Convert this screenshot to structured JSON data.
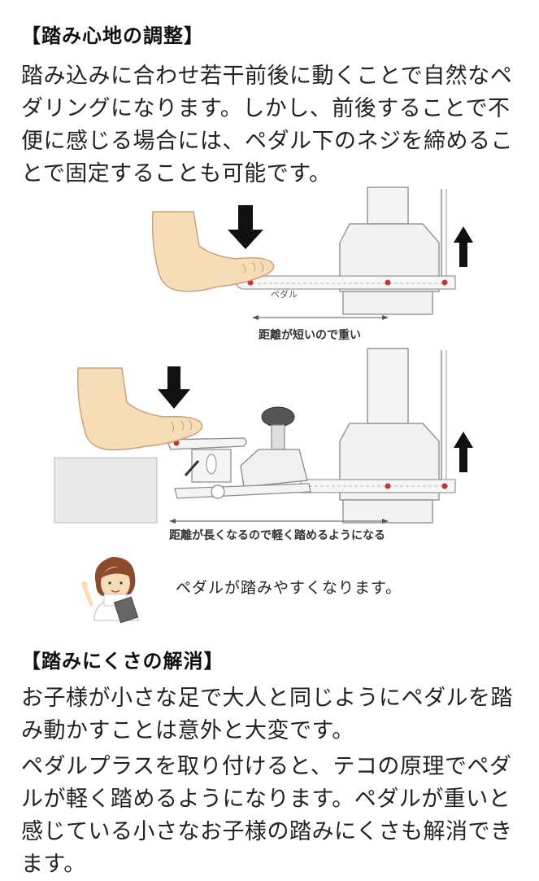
{
  "section1": {
    "heading": "【踏み心地の調整】",
    "paragraph": "踏み込みに合わせ若干前後に動くことで自然なペダリングになります。しかし、前後することで不便に感じる場合には、ペダル下のネジを締めることで固定することも可能です。"
  },
  "figure": {
    "pedal_label": "ペダル",
    "top_distance_label": "距離が短いので重い",
    "bottom_distance_label": "距離が長くなるので軽く踏めるようになる",
    "note": "ペダルが踏みやすくなります。"
  },
  "section2": {
    "heading": "【踏みにくさの解消】",
    "paragraph1": "お子様が小さな足で大人と同じようにペダルを踏み動かすことは意外と大変です。",
    "paragraph2": "ペダルプラスを取り付けると、テコの原理でペダルが軽く踏めるようになります。ペダルが重いと感じている小さなお子様の踏みにくさも解消できます。"
  },
  "colors": {
    "skin": "#f7dcb8",
    "skin_line": "#c9a27c",
    "marker": "#c0392b",
    "line": "#888888"
  }
}
